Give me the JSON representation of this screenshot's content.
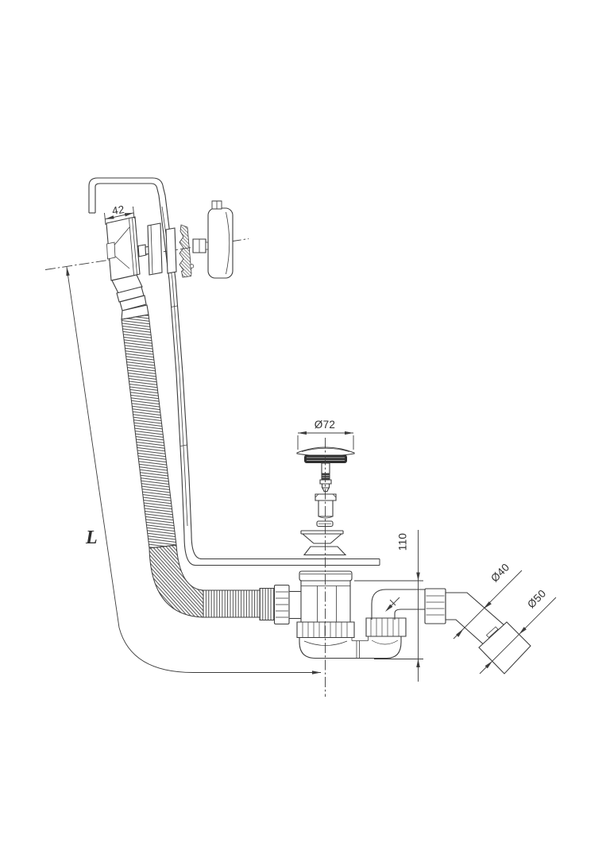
{
  "drawing": {
    "labels": {
      "overflow_width": "42",
      "plug_diameter": "Ø72",
      "height": "110",
      "pipe_diameter": "Ø40",
      "sleeve_diameter": "Ø50",
      "length": "L"
    },
    "colors": {
      "line": "#3c3c3c",
      "dark_fill": "#2e2e2e",
      "background": "#ffffff"
    }
  }
}
